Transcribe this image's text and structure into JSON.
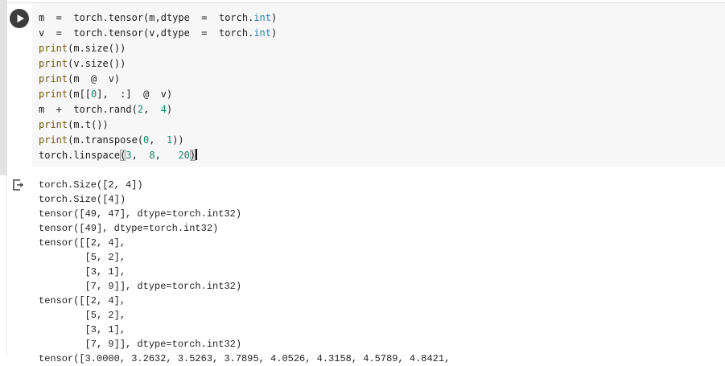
{
  "icons": {
    "run": "play-circle-icon",
    "output": "cell-output-icon"
  },
  "colors": {
    "page_bg": "#ffffff",
    "margin_strip": "#e2e2e2",
    "code_bg": "#f7f7f7",
    "cell_border": "#e2e2e2",
    "run_button": "#3c3c3c",
    "code_text": "#212121",
    "keyword": "#6f5b16",
    "number": "#128a6a",
    "type": "#2e7da6",
    "paren_match_bg": "#e4e4e4"
  },
  "cell": {
    "run_button_label": "Run cell",
    "code_lines": [
      {
        "tokens": [
          {
            "t": "m  =  torch.tensor(m,dtype  =  torch.",
            "c": "plain"
          },
          {
            "t": "int",
            "c": "type"
          },
          {
            "t": ")",
            "c": "plain"
          }
        ]
      },
      {
        "tokens": [
          {
            "t": "v  =  torch.tensor(v,dtype  =  torch.",
            "c": "plain"
          },
          {
            "t": "int",
            "c": "type"
          },
          {
            "t": ")",
            "c": "plain"
          }
        ]
      },
      {
        "tokens": [
          {
            "t": "print",
            "c": "keyword"
          },
          {
            "t": "(m.size())",
            "c": "plain"
          }
        ]
      },
      {
        "tokens": [
          {
            "t": "print",
            "c": "keyword"
          },
          {
            "t": "(v.size())",
            "c": "plain"
          }
        ]
      },
      {
        "tokens": [
          {
            "t": "print",
            "c": "keyword"
          },
          {
            "t": "(m  @  v)",
            "c": "plain"
          }
        ]
      },
      {
        "tokens": [
          {
            "t": "print",
            "c": "keyword"
          },
          {
            "t": "(m[[",
            "c": "plain"
          },
          {
            "t": "0",
            "c": "number"
          },
          {
            "t": "],  :]  @  v)",
            "c": "plain"
          }
        ]
      },
      {
        "tokens": [
          {
            "t": "m  +  torch.rand(",
            "c": "plain"
          },
          {
            "t": "2",
            "c": "number"
          },
          {
            "t": ",  ",
            "c": "plain"
          },
          {
            "t": "4",
            "c": "number"
          },
          {
            "t": ")",
            "c": "plain"
          }
        ]
      },
      {
        "tokens": [
          {
            "t": "print",
            "c": "keyword"
          },
          {
            "t": "(m.t())",
            "c": "plain"
          }
        ]
      },
      {
        "tokens": [
          {
            "t": "print",
            "c": "keyword"
          },
          {
            "t": "(m.transpose(",
            "c": "plain"
          },
          {
            "t": "0",
            "c": "number"
          },
          {
            "t": ",  ",
            "c": "plain"
          },
          {
            "t": "1",
            "c": "number"
          },
          {
            "t": "))",
            "c": "plain"
          }
        ]
      },
      {
        "tokens": [
          {
            "t": "torch.linspace",
            "c": "plain"
          },
          {
            "t": "(",
            "c": "paren"
          },
          {
            "t": "3",
            "c": "number"
          },
          {
            "t": ",  ",
            "c": "plain"
          },
          {
            "t": "8",
            "c": "number"
          },
          {
            "t": ",   ",
            "c": "plain"
          },
          {
            "t": "20",
            "c": "number"
          },
          {
            "t": ")",
            "c": "paren"
          }
        ],
        "cursor": true
      }
    ]
  },
  "output": {
    "lines": [
      "torch.Size([2, 4])",
      "torch.Size([4])",
      "tensor([49, 47], dtype=torch.int32)",
      "tensor([49], dtype=torch.int32)",
      "tensor([[2, 4],",
      "        [5, 2],",
      "        [3, 1],",
      "        [7, 9]], dtype=torch.int32)",
      "tensor([[2, 4],",
      "        [5, 2],",
      "        [3, 1],",
      "        [7, 9]], dtype=torch.int32)"
    ],
    "clipped_line": "tensor([3.0000, 3.2632, 3.5263, 3.7895, 4.0526, 4.3158, 4.5789, 4.8421,"
  }
}
